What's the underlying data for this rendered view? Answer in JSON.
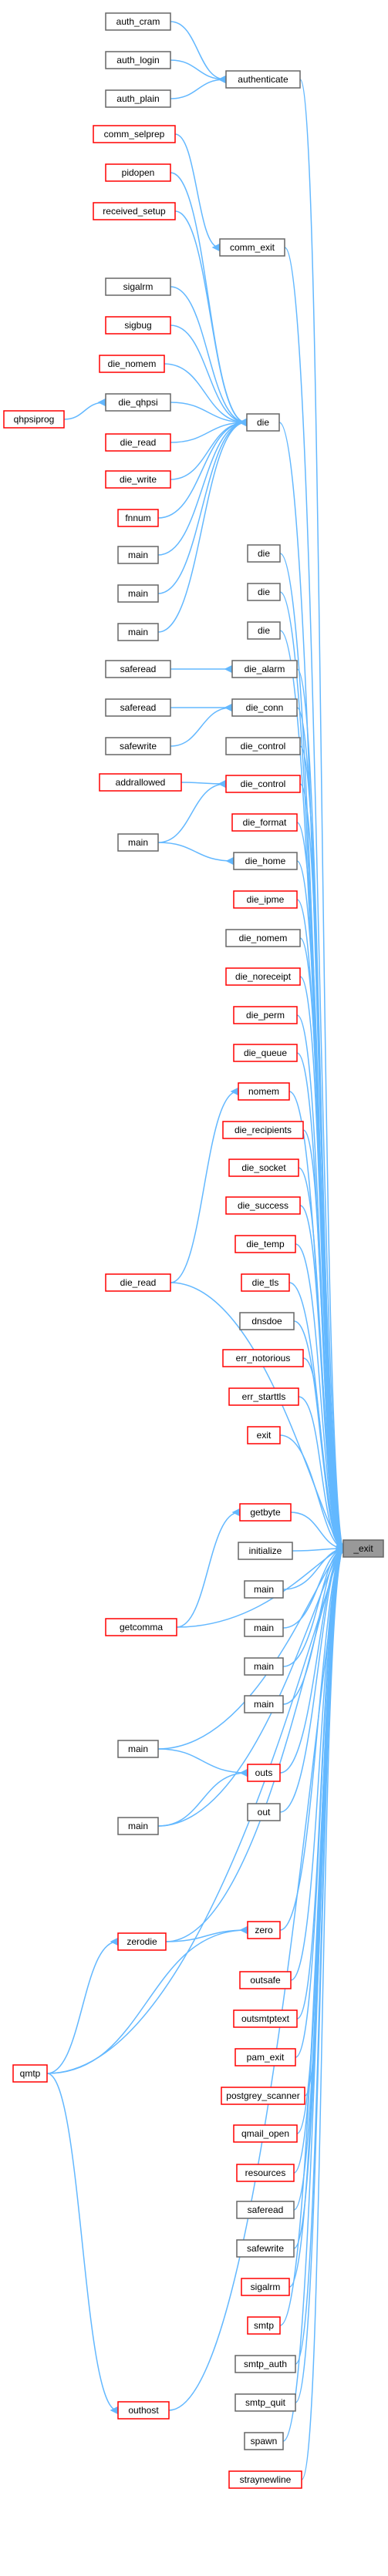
{
  "graph": {
    "root_label": "_exit",
    "edge_color": "#63b8ff",
    "colors": {
      "root_fill": "#999999",
      "normal_stroke": "#666666",
      "red_stroke": "#ff0000",
      "node_fill": "#ffffff"
    },
    "nodes": [
      {
        "id": "n0",
        "label": "auth_cram",
        "red": false
      },
      {
        "id": "n1",
        "label": "auth_login",
        "red": false
      },
      {
        "id": "n2",
        "label": "auth_plain",
        "red": false
      },
      {
        "id": "n3",
        "label": "authenticate",
        "red": false
      },
      {
        "id": "n4",
        "label": "comm_selprep",
        "red": true
      },
      {
        "id": "n5",
        "label": "pidopen",
        "red": true
      },
      {
        "id": "n6",
        "label": "received_setup",
        "red": true
      },
      {
        "id": "n7",
        "label": "comm_exit",
        "red": false
      },
      {
        "id": "n8",
        "label": "sigalrm",
        "red": false
      },
      {
        "id": "n9",
        "label": "sigbug",
        "red": true
      },
      {
        "id": "n10",
        "label": "die_nomem",
        "red": true
      },
      {
        "id": "n11",
        "label": "die_qhpsi",
        "red": false
      },
      {
        "id": "n12",
        "label": "qhpsiprog",
        "red": true
      },
      {
        "id": "n13",
        "label": "die",
        "red": false
      },
      {
        "id": "n14",
        "label": "die_read",
        "red": true
      },
      {
        "id": "n15",
        "label": "die_write",
        "red": true
      },
      {
        "id": "n16",
        "label": "fnnum",
        "red": true
      },
      {
        "id": "n17",
        "label": "main",
        "red": false
      },
      {
        "id": "n18",
        "label": "main",
        "red": false
      },
      {
        "id": "n19",
        "label": "main",
        "red": false
      },
      {
        "id": "n20",
        "label": "die",
        "red": false
      },
      {
        "id": "n21",
        "label": "die",
        "red": false
      },
      {
        "id": "n22",
        "label": "die",
        "red": false
      },
      {
        "id": "n23",
        "label": "saferead",
        "red": false
      },
      {
        "id": "n24",
        "label": "die_alarm",
        "red": false
      },
      {
        "id": "n25",
        "label": "saferead",
        "red": false
      },
      {
        "id": "n26",
        "label": "die_conn",
        "red": false
      },
      {
        "id": "n27",
        "label": "safewrite",
        "red": false
      },
      {
        "id": "n28",
        "label": "die_control",
        "red": false
      },
      {
        "id": "n29",
        "label": "addrallowed",
        "red": true
      },
      {
        "id": "n30",
        "label": "die_control",
        "red": true
      },
      {
        "id": "n31",
        "label": "main",
        "red": false
      },
      {
        "id": "n32",
        "label": "die_format",
        "red": true
      },
      {
        "id": "n33",
        "label": "die_home",
        "red": false
      },
      {
        "id": "n34",
        "label": "die_ipme",
        "red": true
      },
      {
        "id": "n35",
        "label": "die_nomem",
        "red": false
      },
      {
        "id": "n36",
        "label": "die_noreceipt",
        "red": true
      },
      {
        "id": "n37",
        "label": "die_perm",
        "red": true
      },
      {
        "id": "n38",
        "label": "die_queue",
        "red": true
      },
      {
        "id": "n39",
        "label": "nomem",
        "red": true
      },
      {
        "id": "n40",
        "label": "die_recipients",
        "red": true
      },
      {
        "id": "n41",
        "label": "die_socket",
        "red": true
      },
      {
        "id": "n42",
        "label": "die_success",
        "red": true
      },
      {
        "id": "n43",
        "label": "die_read",
        "red": true
      },
      {
        "id": "n44",
        "label": "die_temp",
        "red": true
      },
      {
        "id": "n45",
        "label": "die_tls",
        "red": true
      },
      {
        "id": "n46",
        "label": "dnsdoe",
        "red": false
      },
      {
        "id": "n47",
        "label": "err_notorious",
        "red": true
      },
      {
        "id": "n48",
        "label": "err_starttls",
        "red": true
      },
      {
        "id": "n49",
        "label": "exit",
        "red": true
      },
      {
        "id": "n50",
        "label": "getbyte",
        "red": true
      },
      {
        "id": "n51",
        "label": "initialize",
        "red": false
      },
      {
        "id": "n52",
        "label": "getcomma",
        "red": true
      },
      {
        "id": "n53",
        "label": "main",
        "red": false
      },
      {
        "id": "n54",
        "label": "main",
        "red": false
      },
      {
        "id": "n55",
        "label": "main",
        "red": false
      },
      {
        "id": "n56",
        "label": "main",
        "red": false
      },
      {
        "id": "n57",
        "label": "main",
        "red": false
      },
      {
        "id": "n58",
        "label": "outs",
        "red": true
      },
      {
        "id": "n59",
        "label": "main",
        "red": false
      },
      {
        "id": "n60",
        "label": "out",
        "red": false
      },
      {
        "id": "n61",
        "label": "zero",
        "red": true
      },
      {
        "id": "n62",
        "label": "zerodie",
        "red": true
      },
      {
        "id": "n63",
        "label": "outsafe",
        "red": true
      },
      {
        "id": "n64",
        "label": "qmtp",
        "red": true
      },
      {
        "id": "n65",
        "label": "outsmtptext",
        "red": true
      },
      {
        "id": "n66",
        "label": "pam_exit",
        "red": true
      },
      {
        "id": "n67",
        "label": "postgrey_scanner",
        "red": true
      },
      {
        "id": "n68",
        "label": "qmail_open",
        "red": true
      },
      {
        "id": "n69",
        "label": "resources",
        "red": true
      },
      {
        "id": "n70",
        "label": "saferead",
        "red": false
      },
      {
        "id": "n71",
        "label": "safewrite",
        "red": false
      },
      {
        "id": "n72",
        "label": "sigalrm",
        "red": true
      },
      {
        "id": "n73",
        "label": "smtp",
        "red": true
      },
      {
        "id": "n74",
        "label": "outhost",
        "red": true
      },
      {
        "id": "n75",
        "label": "smtp_auth",
        "red": false
      },
      {
        "id": "n76",
        "label": "smtp_quit",
        "red": false
      },
      {
        "id": "n77",
        "label": "spawn",
        "red": false
      },
      {
        "id": "n78",
        "label": "straynewline",
        "red": true
      },
      {
        "id": "root",
        "label": "_exit",
        "red": false,
        "root": true
      }
    ],
    "edges": [
      [
        "n0",
        "n3"
      ],
      [
        "n1",
        "n3"
      ],
      [
        "n2",
        "n3"
      ],
      [
        "n3",
        "root"
      ],
      [
        "n4",
        "n7"
      ],
      [
        "n7",
        "root"
      ],
      [
        "n5",
        "n13"
      ],
      [
        "n6",
        "n13"
      ],
      [
        "n8",
        "n13"
      ],
      [
        "n9",
        "n13"
      ],
      [
        "n10",
        "n13"
      ],
      [
        "n11",
        "n13"
      ],
      [
        "n12",
        "n11"
      ],
      [
        "n14",
        "n13"
      ],
      [
        "n15",
        "n13"
      ],
      [
        "n16",
        "n13"
      ],
      [
        "n17",
        "n13"
      ],
      [
        "n18",
        "n13"
      ],
      [
        "n19",
        "n13"
      ],
      [
        "n13",
        "root"
      ],
      [
        "n20",
        "root"
      ],
      [
        "n21",
        "root"
      ],
      [
        "n22",
        "root"
      ],
      [
        "n23",
        "n24"
      ],
      [
        "n24",
        "root"
      ],
      [
        "n25",
        "n26"
      ],
      [
        "n27",
        "n26"
      ],
      [
        "n26",
        "root"
      ],
      [
        "n28",
        "root"
      ],
      [
        "n29",
        "n30"
      ],
      [
        "n31",
        "n30"
      ],
      [
        "n30",
        "root"
      ],
      [
        "n32",
        "root"
      ],
      [
        "n31",
        "n33"
      ],
      [
        "n33",
        "root"
      ],
      [
        "n34",
        "root"
      ],
      [
        "n35",
        "root"
      ],
      [
        "n36",
        "root"
      ],
      [
        "n37",
        "root"
      ],
      [
        "n38",
        "root"
      ],
      [
        "n43",
        "n39"
      ],
      [
        "n39",
        "root"
      ],
      [
        "n40",
        "root"
      ],
      [
        "n41",
        "root"
      ],
      [
        "n42",
        "root"
      ],
      [
        "n43",
        "root"
      ],
      [
        "n44",
        "root"
      ],
      [
        "n45",
        "root"
      ],
      [
        "n46",
        "root"
      ],
      [
        "n47",
        "root"
      ],
      [
        "n48",
        "root"
      ],
      [
        "n49",
        "root"
      ],
      [
        "n52",
        "n50"
      ],
      [
        "n50",
        "root"
      ],
      [
        "n51",
        "root"
      ],
      [
        "n52",
        "root"
      ],
      [
        "n53",
        "root"
      ],
      [
        "n54",
        "root"
      ],
      [
        "n55",
        "root"
      ],
      [
        "n56",
        "root"
      ],
      [
        "n57",
        "root"
      ],
      [
        "n57",
        "n58"
      ],
      [
        "n58",
        "root"
      ],
      [
        "n59",
        "n58"
      ],
      [
        "n59",
        "root"
      ],
      [
        "n60",
        "root"
      ],
      [
        "n62",
        "n61"
      ],
      [
        "n64",
        "n61"
      ],
      [
        "n61",
        "root"
      ],
      [
        "n64",
        "n62"
      ],
      [
        "n62",
        "root"
      ],
      [
        "n63",
        "root"
      ],
      [
        "n65",
        "root"
      ],
      [
        "n66",
        "root"
      ],
      [
        "n67",
        "root"
      ],
      [
        "n68",
        "root"
      ],
      [
        "n69",
        "root"
      ],
      [
        "n70",
        "root"
      ],
      [
        "n71",
        "root"
      ],
      [
        "n72",
        "root"
      ],
      [
        "n73",
        "root"
      ],
      [
        "n64",
        "n74"
      ],
      [
        "n74",
        "root"
      ],
      [
        "n75",
        "root"
      ],
      [
        "n76",
        "root"
      ],
      [
        "n77",
        "root"
      ],
      [
        "n78",
        "root"
      ],
      [
        "n64",
        "root"
      ]
    ]
  }
}
